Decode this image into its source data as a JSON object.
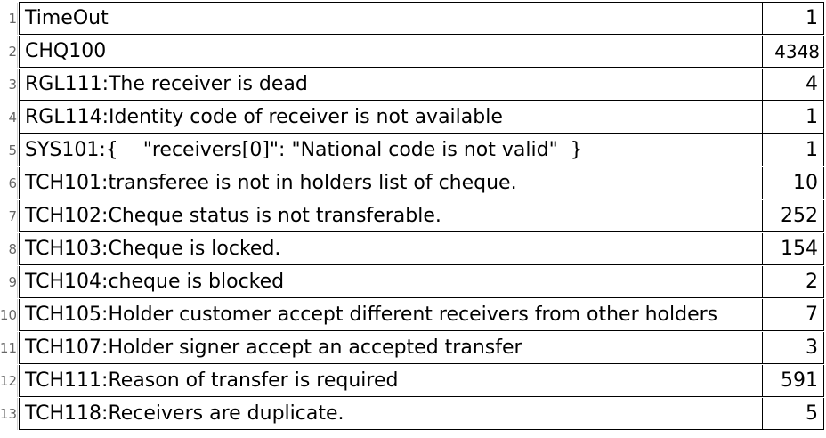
{
  "rows": [
    {
      "num": "1",
      "label": "TimeOut",
      "value": "1"
    },
    {
      "num": "2",
      "label": "CHQ100",
      "value": "4348"
    },
    {
      "num": "3",
      "label": "RGL111:The receiver is dead",
      "value": "4"
    },
    {
      "num": "4",
      "label": "RGL114:Identity code of receiver is not available",
      "value": "1"
    },
    {
      "num": "5",
      "label": "SYS101:{    \"receivers[0]\": \"National code is not valid\"  }",
      "value": "1"
    },
    {
      "num": "6",
      "label": "TCH101:transferee is not in holders list of cheque.",
      "value": "10"
    },
    {
      "num": "7",
      "label": "TCH102:Cheque status is not transferable.",
      "value": "252"
    },
    {
      "num": "8",
      "label": "TCH103:Cheque is locked.",
      "value": "154"
    },
    {
      "num": "9",
      "label": "TCH104:cheque is blocked",
      "value": "2"
    },
    {
      "num": "10",
      "label": "TCH105:Holder customer accept different receivers from other holders",
      "value": "7"
    },
    {
      "num": "11",
      "label": "TCH107:Holder signer accept an accepted transfer",
      "value": "3"
    },
    {
      "num": "12",
      "label": "TCH111:Reason of transfer is required",
      "value": "591"
    },
    {
      "num": "13",
      "label": "TCH118:Receivers are duplicate.",
      "value": "5"
    }
  ]
}
